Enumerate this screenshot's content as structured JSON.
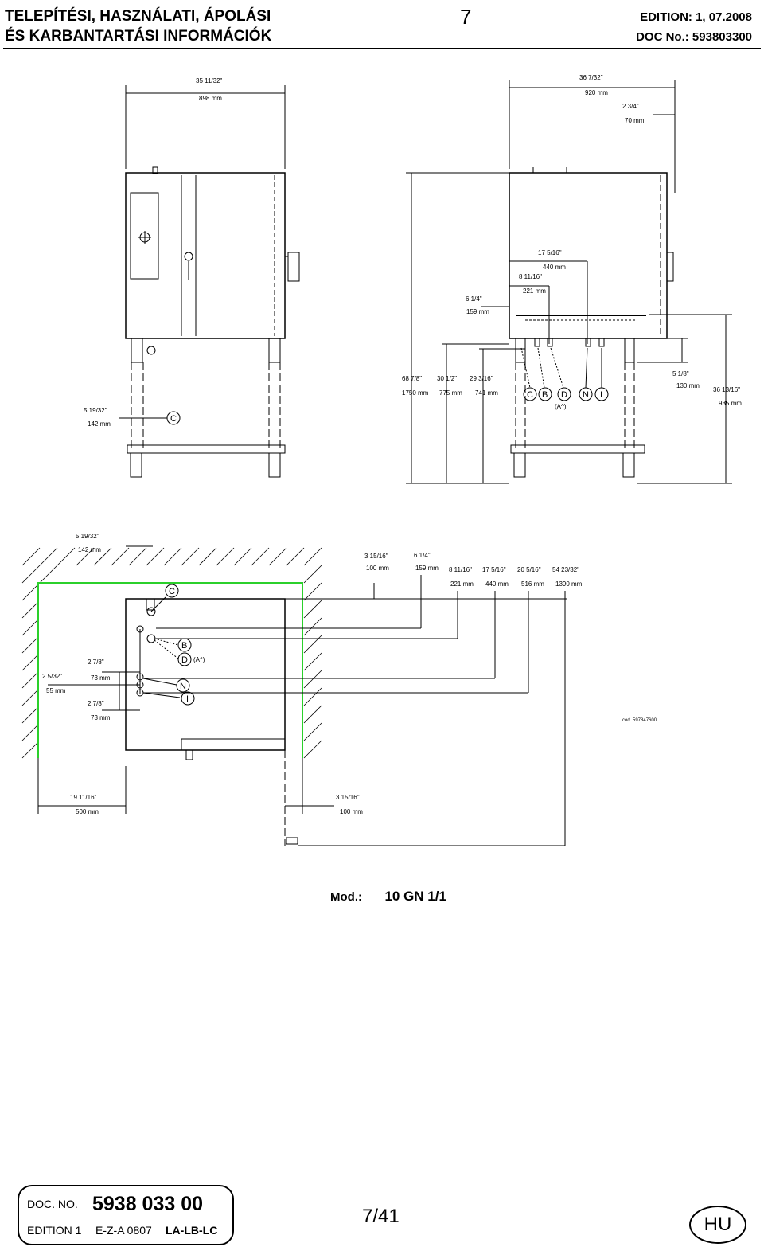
{
  "header": {
    "title_line1": "TELEPÍTÉSI, HASZNÁLATI, ÁPOLÁSI",
    "title_line2": "ÉS KARBANTARTÁSI INFORMÁCIÓK",
    "page_number": "7",
    "edition": "EDITION: 1,  07.2008",
    "doc_no": "DOC No.: 593803300"
  },
  "drawing": {
    "front": {
      "width_label_frac": "35 11/32\"",
      "width_label_mm": "898  mm",
      "c_offset_frac": "5 19/32\"",
      "c_offset_mm": "142  mm"
    },
    "side": {
      "depth_frac": "36 7/32\"",
      "depth_mm": "920  mm",
      "handle_frac": "2 3/4\"",
      "handle_mm": "70  mm",
      "d440_frac": "17 5/16\"",
      "d440_mm": "440  mm",
      "d221_frac": "8 11/16\"",
      "d221_mm": "221  mm",
      "d159_frac": "6 1/4\"",
      "d159_mm": "159  mm",
      "h1750_frac": "68 7/8\"",
      "h1750_mm": "1750  mm",
      "h775_frac": "30 1/2\"",
      "h775_mm": "775  mm",
      "h741_frac": "29 3/16\"",
      "h741_mm": "741  mm",
      "h130_frac": "5 1/8\"",
      "h130_mm": "130  mm",
      "h935_frac": "36 13/16\"",
      "h935_mm": "935  mm",
      "bubble_c": "C",
      "bubble_b": "B",
      "bubble_d": "D",
      "bubble_n": "N",
      "bubble_i": "I",
      "a_note": "(A^)"
    },
    "plan": {
      "t142_frac": "5 19/32\"",
      "t142_mm": "142  mm",
      "t100_frac": "3 15/16\"",
      "t100_mm": "100  mm",
      "t159_frac": "6 1/4\"",
      "t159_mm": "159  mm",
      "t221_frac": "8 11/16\"",
      "t221_mm": "221  mm",
      "t440_frac": "17 5/16\"",
      "t440_mm": "440  mm",
      "t516_frac": "20 5/16\"",
      "t516_mm": "516  mm",
      "t1390_frac": "54 23/32\"",
      "t1390_mm": "1390  mm",
      "l73a_frac": "2 7/8\"",
      "l73a_mm": "73  mm",
      "l55_frac": "2 5/32\"",
      "l55_mm": "55  mm",
      "l73b_frac": "2 7/8\"",
      "l73b_mm": "73  mm",
      "b500_frac": "19 11/16\"",
      "b500_mm": "500  mm",
      "b100_frac": "3 15/16\"",
      "b100_mm": "100  mm",
      "code": "cod. 597847600",
      "bubble_c": "C",
      "bubble_b": "B",
      "bubble_d": "D",
      "bubble_n": "N",
      "bubble_i": "I",
      "a_note": "(A^)"
    }
  },
  "model": {
    "label": "Mod.:",
    "value": "10 GN 1/1"
  },
  "footer": {
    "doc_no_label": "DOC. NO.",
    "doc_no_value": "5938 033 00",
    "edition_label": "EDITION  1",
    "ez": "E-Z-A  0807",
    "ll": "LA-LB-LC",
    "page_of": "7/41",
    "lang": "HU"
  }
}
